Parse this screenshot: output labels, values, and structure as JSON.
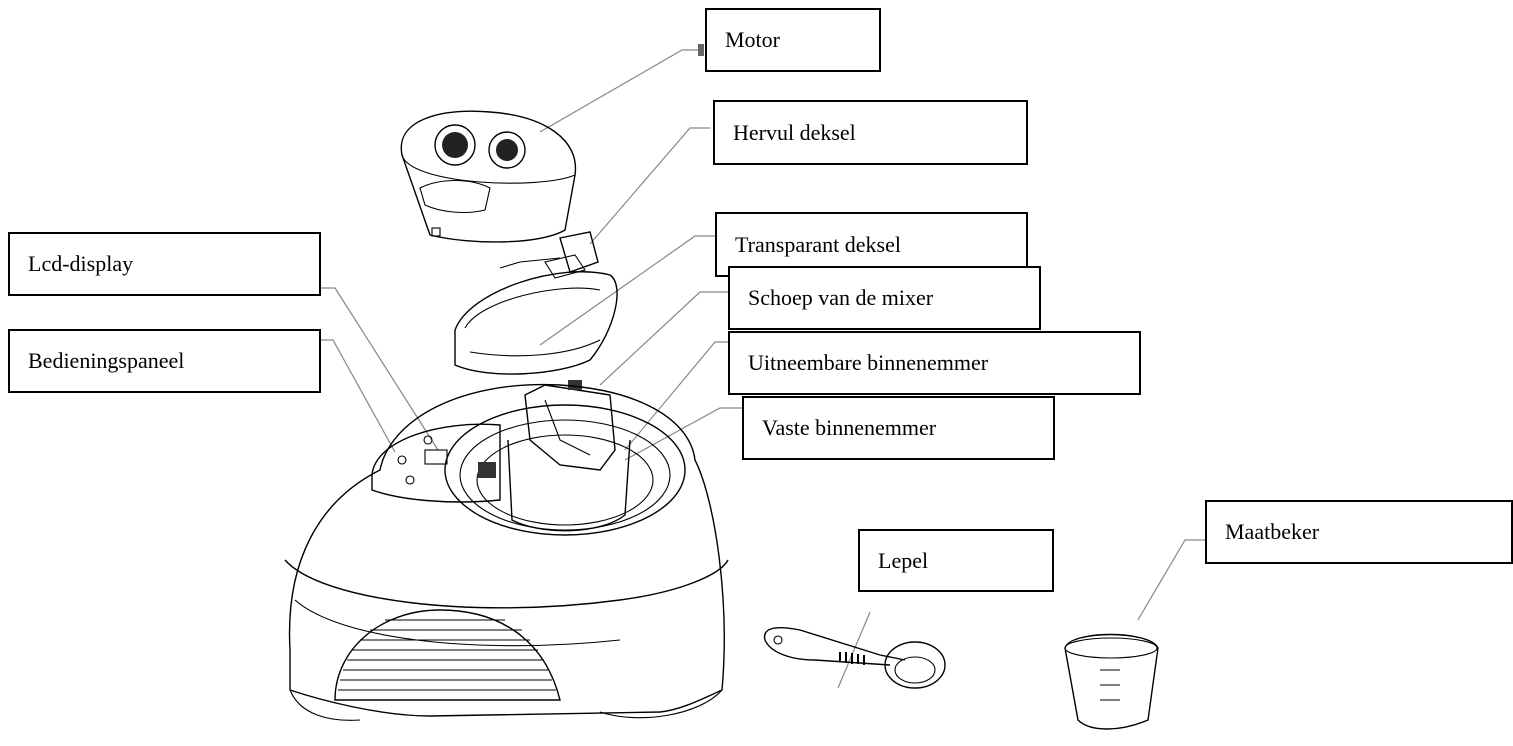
{
  "labels": {
    "motor": "Motor",
    "refill_lid": "Hervul deksel",
    "transparent_lid": "Transparant deksel",
    "mixer_paddle": "Schoep van de mixer",
    "removable_bowl": "Uitneembare binnenemmer",
    "fixed_bowl": "Vaste binnenemmer",
    "lcd_display": "Lcd-display",
    "control_panel": "Bedieningspaneel",
    "spoon": "Lepel",
    "measuring_cup": "Maatbeker"
  },
  "icons": [
    "ice-cream-maker-base-icon",
    "motor-unit-icon",
    "lid-icon",
    "mixer-paddle-icon",
    "bowl-icon",
    "spoon-icon",
    "measuring-cup-icon"
  ]
}
